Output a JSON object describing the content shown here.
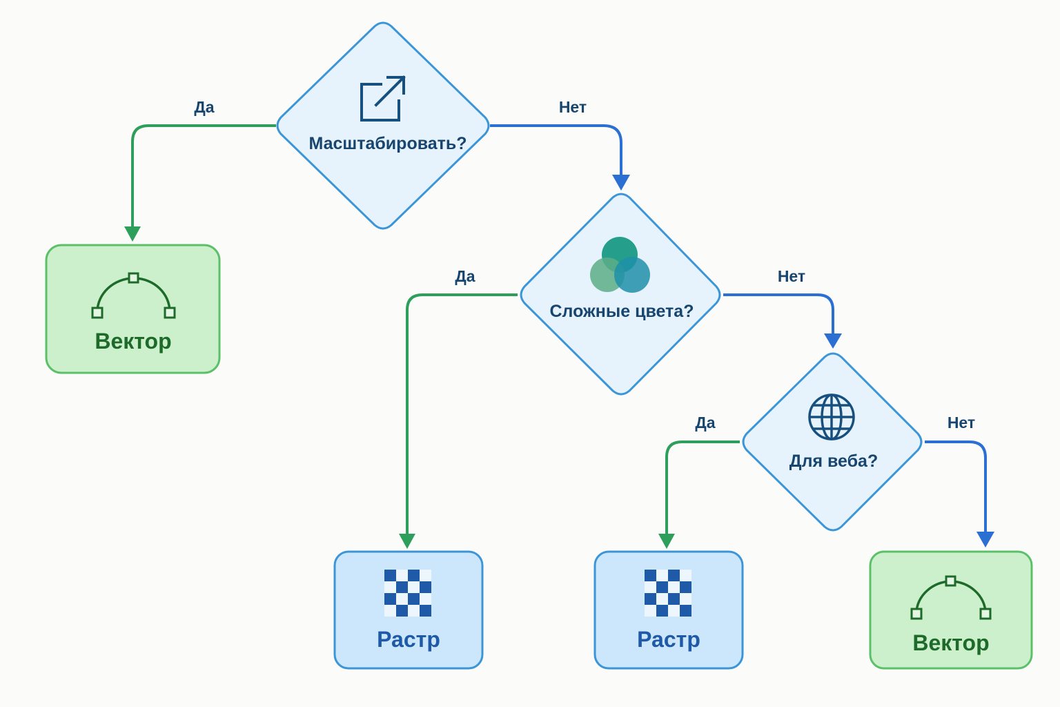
{
  "colors": {
    "background": "#fbfcfa",
    "yes_line": "#2e9e5b",
    "no_line": "#2a6fd1",
    "decision_fill": "#e6f2fc",
    "decision_stroke": "#3b95d6",
    "vector_fill": "#cdf0cc",
    "vector_stroke": "#5cc06a",
    "vector_text": "#1d6a2a",
    "raster_fill": "#cce6fb",
    "raster_stroke": "#3b95d6",
    "raster_text": "#1f5aa8",
    "label_text": "#17456e"
  },
  "decisions": [
    {
      "id": "scale",
      "text": "Масштабировать?",
      "icon": "external-link-icon"
    },
    {
      "id": "colors",
      "text": "Сложные цвета?",
      "icon": "color-circles-icon"
    },
    {
      "id": "web",
      "text": "Для веба?",
      "icon": "globe-icon"
    }
  ],
  "results": {
    "vector_left": {
      "text": "Вектор",
      "icon": "bezier-curve-icon"
    },
    "raster_1": {
      "text": "Растр",
      "icon": "pixel-grid-icon"
    },
    "raster_2": {
      "text": "Растр",
      "icon": "pixel-grid-icon"
    },
    "vector_right": {
      "text": "Вектор",
      "icon": "bezier-curve-icon"
    }
  },
  "edges": {
    "scale_yes": "Да",
    "scale_no": "Нет",
    "colors_yes": "Да",
    "colors_no": "Нет",
    "web_yes": "Да",
    "web_no": "Нет"
  }
}
